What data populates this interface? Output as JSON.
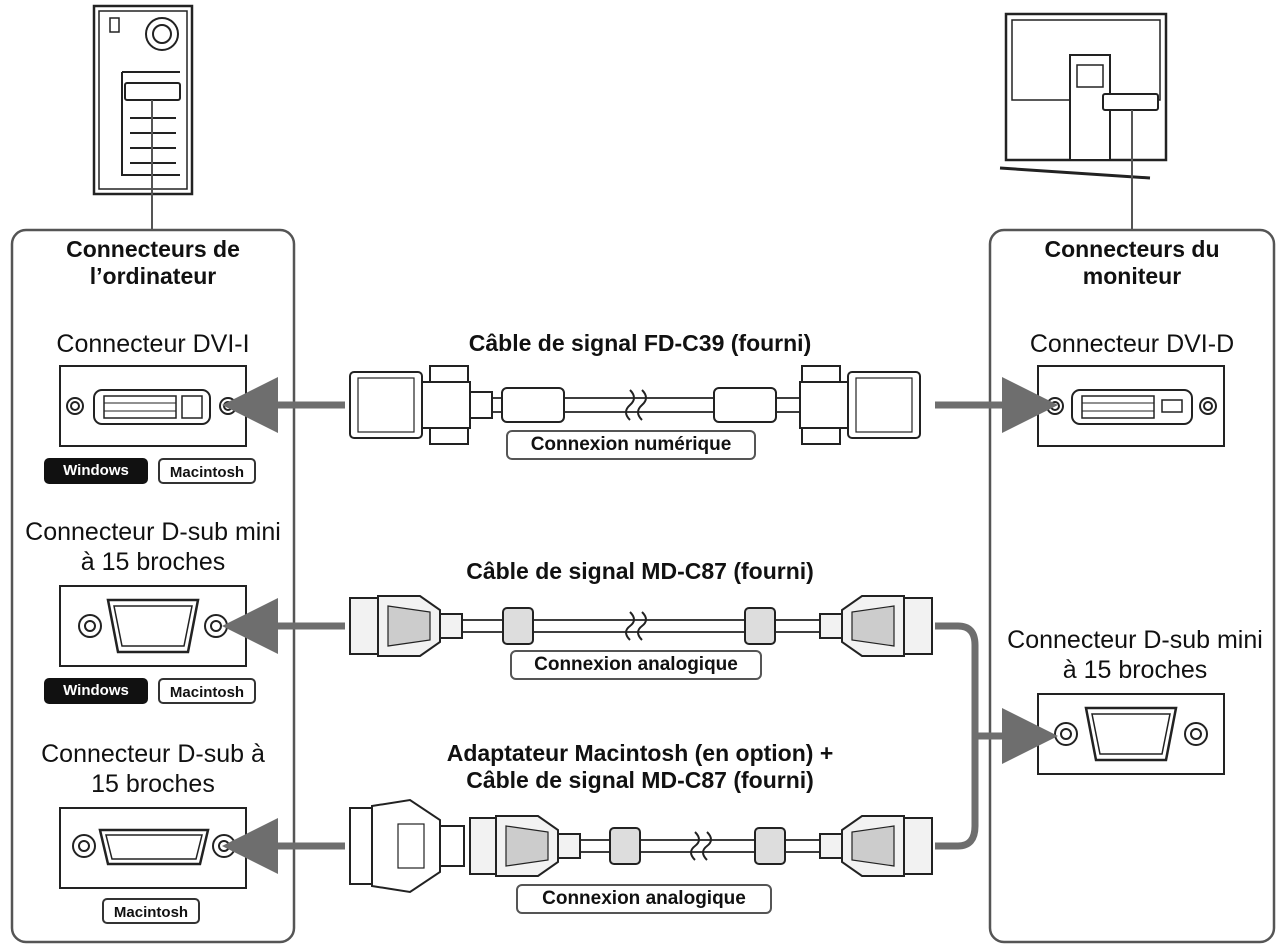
{
  "left_panel": {
    "title": "Connecteurs de\nl’ordinateur",
    "dvi_i_label": "Connecteur DVI-I",
    "dsub_mini_label": "Connecteur D-sub mini\nà 15 broches",
    "dsub_label": "Connecteur D-sub à\n15 broches",
    "badge_windows": "Windows",
    "badge_macintosh": "Macintosh"
  },
  "right_panel": {
    "title": "Connecteurs du\nmoniteur",
    "dvi_d_label": "Connecteur DVI-D",
    "dsub_mini_label": "Connecteur D-sub mini\nà 15 broches"
  },
  "cables": {
    "digital_title": "Câble de signal FD-C39 (fourni)",
    "digital_connection": "Connexion numérique",
    "analog_title": "Câble de signal MD-C87 (fourni)",
    "analog_connection": "Connexion analogique",
    "adapter_title": "Adaptateur Macintosh (en option) +\nCâble de signal MD-C87 (fourni)",
    "adapter_connection": "Connexion analogique"
  },
  "colors": {
    "line": "#222222",
    "arrow": "#6e6e6e",
    "panel_border": "#555555"
  }
}
